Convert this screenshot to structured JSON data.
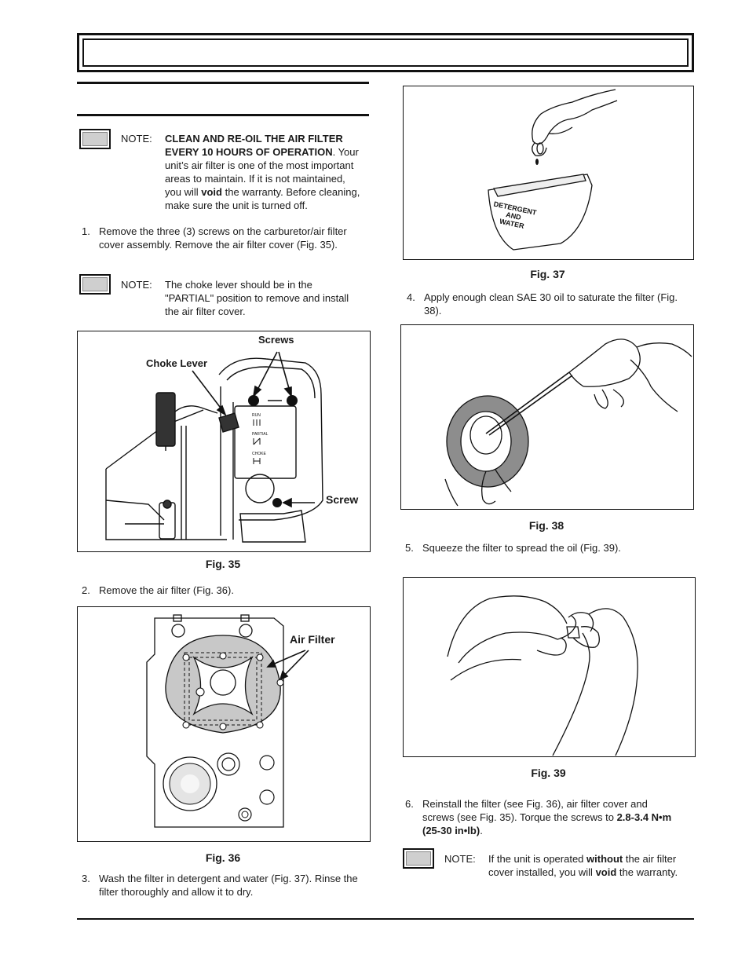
{
  "notes": {
    "note1": {
      "label": "NOTE:",
      "bold": "CLEAN AND RE-OIL THE AIR FILTER EVERY 10 HOURS OF OPERATION",
      "text_a": ". Your unit’s air filter is one of the most important areas to maintain. If it is not maintained, you will ",
      "bold2": "void",
      "text_b": " the warranty. Before cleaning, make sure the unit is turned off."
    },
    "note2": {
      "label": "NOTE:",
      "text": "The choke lever should be in the \"PARTIAL\" position to remove and install the air filter cover."
    },
    "note3": {
      "label": "NOTE:",
      "text_a": "If the unit is operated ",
      "bold": "without",
      "text_b": " the air filter cover installed, you will ",
      "bold2": "void",
      "text_c": " the warranty."
    }
  },
  "steps": {
    "s1": {
      "num": "1.",
      "text": "Remove the three (3) screws on the carburetor/air filter cover assembly. Remove the air filter cover (Fig. 35)."
    },
    "s2": {
      "num": "2.",
      "text": "Remove the air filter (Fig. 36)."
    },
    "s3": {
      "num": "3.",
      "text": "Wash the filter in detergent and water (Fig. 37). Rinse the filter thoroughly and allow it to dry."
    },
    "s4": {
      "num": "4.",
      "text": "Apply enough clean SAE 30 oil to saturate the filter (Fig. 38)."
    },
    "s5": {
      "num": "5.",
      "text": "Squeeze the filter to spread the oil (Fig. 39)."
    },
    "s6": {
      "num": "6.",
      "text_a": "Reinstall the filter (see Fig. 36), air filter cover and screws (see Fig. 35). Torque the screws to ",
      "bold": "2.8-3.4 N•m (25-30 in•lb)",
      "text_b": "."
    }
  },
  "figures": {
    "fig35": {
      "caption": "Fig. 35",
      "labels": {
        "screws": "Screws",
        "choke_lever": "Choke Lever",
        "screw": "Screw"
      },
      "panel": {
        "run": "RUN",
        "partial": "PARTIAL",
        "choke": "CHOKE"
      }
    },
    "fig36": {
      "caption": "Fig. 36",
      "labels": {
        "air_filter": "Air Filter"
      }
    },
    "fig37": {
      "caption": "Fig. 37",
      "tub_text": [
        "DETERGENT",
        "AND",
        "WATER"
      ]
    },
    "fig38": {
      "caption": "Fig. 38"
    },
    "fig39": {
      "caption": "Fig. 39"
    }
  }
}
